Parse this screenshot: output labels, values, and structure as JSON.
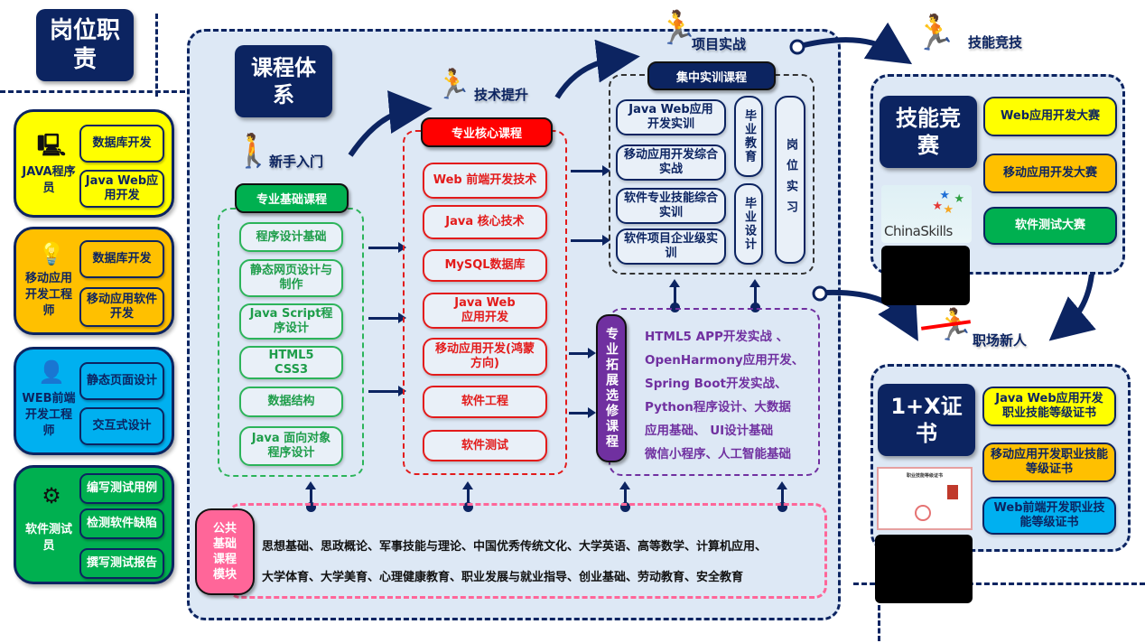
{
  "roles_section": {
    "title": "岗位职责",
    "roles": [
      {
        "name": "JAVA程序员",
        "icon": "desk-worker-icon",
        "color": "#ffff00",
        "duties": [
          "数据库开发",
          "Java Web应用开发"
        ]
      },
      {
        "name": "移动应用开发工程师",
        "icon": "lightbulb-icon",
        "color": "#ffc000",
        "duties": [
          "数据库开发",
          "移动应用软件开发"
        ]
      },
      {
        "name": "WEB前端开发工程师",
        "icon": "laptop-user-icon",
        "color": "#00b0f0",
        "duties": [
          "静态页面设计",
          "交互式设计"
        ]
      },
      {
        "name": "软件测试员",
        "icon": "runner-gears-icon",
        "color": "#00b050",
        "duties": [
          "编写测试用例",
          "检测软件缺陷",
          "撰写测试报告"
        ]
      }
    ]
  },
  "curriculum": {
    "title": "课程体系",
    "stages": {
      "beginner": "新手入门",
      "advance": "技术提升",
      "project": "项目实战",
      "competition": "技能竞技",
      "career": "职场新人"
    },
    "foundation": {
      "header": "专业基础课程",
      "color": "#00b050",
      "courses": [
        "程序设计基础",
        "静态网页设计与制作",
        "Java Script程序设计",
        "HTML5 CSS3",
        "数据结构",
        "Java 面向对象程序设计"
      ]
    },
    "core": {
      "header": "专业核心课程",
      "color": "#ff0000",
      "courses": [
        "Web 前端开发技术",
        "Java 核心技术",
        "MySQL数据库",
        "Java Web应用开发",
        "移动应用开发(鸿蒙方向)",
        "软件工程",
        "软件测试"
      ]
    },
    "training": {
      "header": "集中实训课程",
      "courses": [
        "Java Web应用开发实训",
        "移动应用开发综合实战",
        "软件专业技能综合实训",
        "软件项目企业级实训"
      ],
      "graduation_education": "毕业教育",
      "graduation_design": "毕业设计",
      "internship": "岗位实习"
    },
    "elective": {
      "header": "专业拓展选修课程",
      "color": "#7030a0",
      "lines": [
        "HTML5 APP开发实战 、",
        "OpenHarmony应用开发、",
        "Spring Boot开发实战、",
        "Python程序设计、大数据",
        "应用基础、 UI设计基础",
        "微信小程序、人工智能基础"
      ]
    },
    "public": {
      "header": "公共基础课程模块",
      "color": "#ff6699",
      "lines": [
        "思想基础、思政概论、军事技能与理论、中国优秀传统文化、大学英语、高等数学、计算机应用、",
        "大学体育、大学美育、心理健康教育、职业发展与就业指导、创业基础、劳动教育、安全教育"
      ]
    }
  },
  "competition": {
    "title": "技能竞赛",
    "logo_text": "ChinaSkills",
    "items": [
      {
        "label": "Web应用开发大赛",
        "color": "#ffff00"
      },
      {
        "label": "移动应用开发大赛",
        "color": "#ffc000"
      },
      {
        "label": "软件测试大赛",
        "color": "#00b050"
      }
    ]
  },
  "certificates": {
    "title": "1+X证书",
    "cert_image_title": "职业技能等级证书",
    "items": [
      {
        "label": "Java Web应用开发职业技能等级证书",
        "color": "#ffff00"
      },
      {
        "label": "移动应用开发职业技能等级证书",
        "color": "#ffc000"
      },
      {
        "label": "Web前端开发职业技能等级证书",
        "color": "#00b0f0"
      }
    ]
  }
}
